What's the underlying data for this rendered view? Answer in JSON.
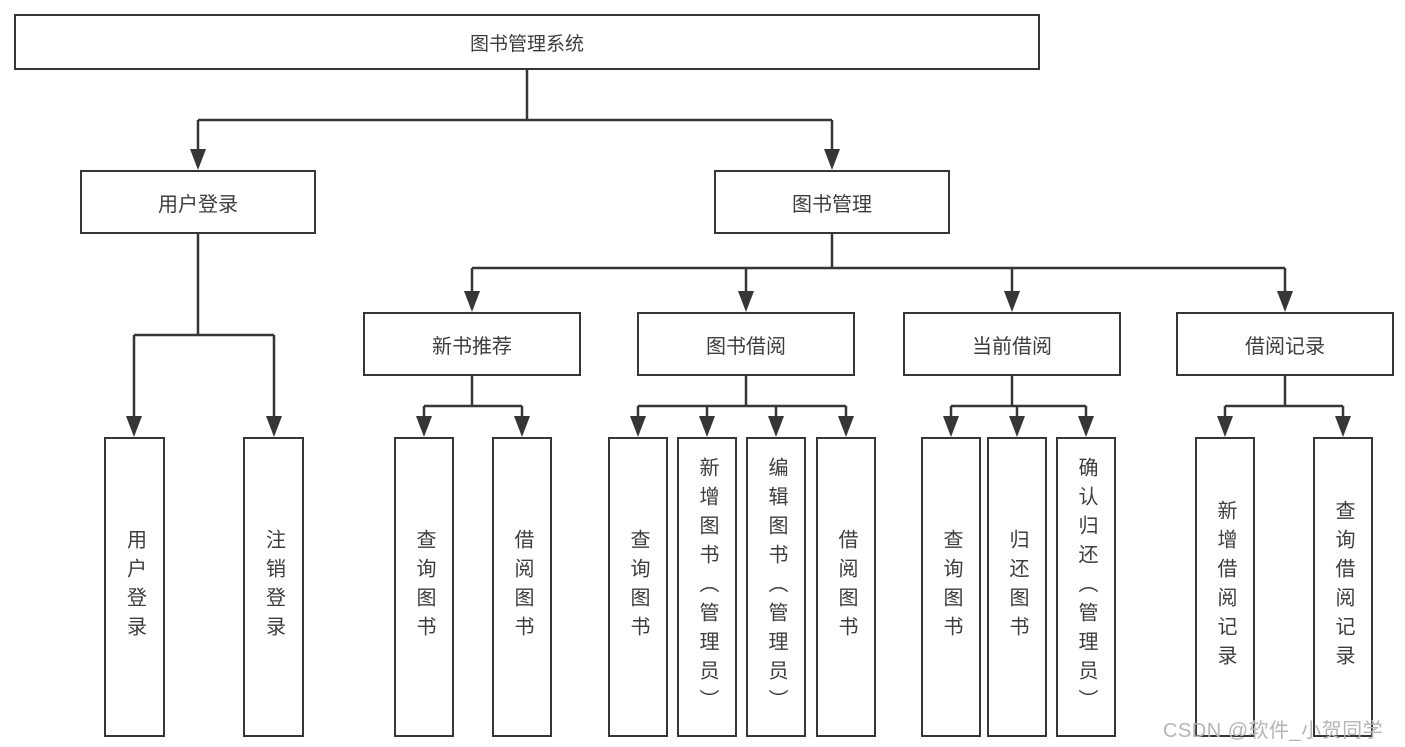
{
  "diagram": {
    "root": "图书管理系统",
    "level2": [
      "用户登录",
      "图书管理"
    ],
    "level3": [
      "新书推荐",
      "图书借阅",
      "当前借阅",
      "借阅记录"
    ],
    "leaves": [
      "用户登录",
      "注销登录",
      "查询图书",
      "借阅图书",
      "查询图书",
      "新增图书（管理员）",
      "编辑图书（管理员）",
      "借阅图书",
      "查询图书",
      "归还图书",
      "确认归还（管理员）",
      "新增借阅记录",
      "查询借阅记录"
    ]
  },
  "watermark": {
    "text": "CSDN @软件_小贺同学"
  },
  "colors": {
    "line": "#363636",
    "text": "#3d3d3d",
    "watermark": "#b5b5b5",
    "background": "#ffffff"
  }
}
